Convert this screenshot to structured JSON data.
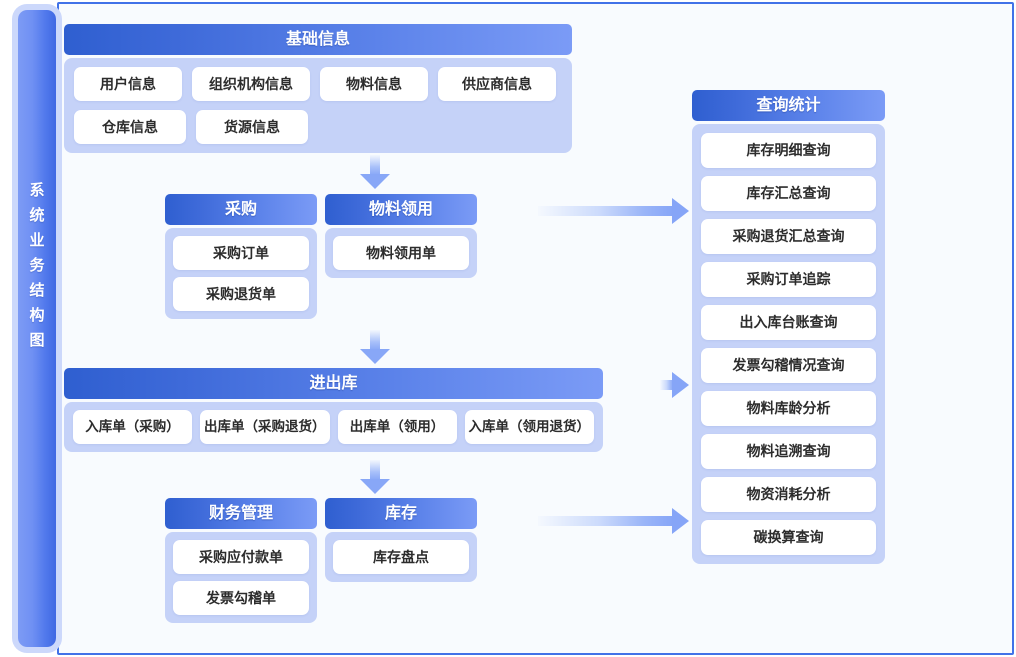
{
  "page": {
    "title": "系统业务结构图",
    "sidebar_label": "系\n统\n业\n务\n结\n构\n图"
  },
  "colors": {
    "header_gradient_start": "#2f5fd0",
    "header_gradient_end": "#7b9bf6",
    "group_body_bg": "#c5d2f8",
    "item_bg": "#ffffff",
    "canvas_bg": "#f8fbfe",
    "canvas_border": "#4172e8",
    "sidebar_gradient_start": "#7d9bf5",
    "sidebar_gradient_end": "#3f68e3",
    "arrow_color": "#86a5f7"
  },
  "groups": {
    "base": {
      "title": "基础信息",
      "items": [
        "用户信息",
        "组织机构信息",
        "物料信息",
        "供应商信息",
        "仓库信息",
        "货源信息"
      ]
    },
    "purchase": {
      "title": "采购",
      "items": [
        "采购订单",
        "采购退货单"
      ]
    },
    "requisition": {
      "title": "物料领用",
      "items": [
        "物料领用单"
      ]
    },
    "inout": {
      "title": "进出库",
      "items": [
        "入库单（采购）",
        "出库单（采购退货）",
        "出库单（领用）",
        "入库单（领用退货）"
      ]
    },
    "finance": {
      "title": "财务管理",
      "items": [
        "采购应付款单",
        "发票勾稽单"
      ]
    },
    "stock": {
      "title": "库存",
      "items": [
        "库存盘点"
      ]
    },
    "query": {
      "title": "查询统计",
      "items": [
        "库存明细查询",
        "库存汇总查询",
        "采购退货汇总查询",
        "采购订单追踪",
        "出入库台账查询",
        "发票勾稽情况查询",
        "物料库龄分析",
        "物料追溯查询",
        "物资消耗分析",
        "碳换算查询"
      ]
    }
  },
  "arrows": [
    {
      "name": "base-to-purchase",
      "direction": "down"
    },
    {
      "name": "purchase-to-inout",
      "direction": "down"
    },
    {
      "name": "inout-to-finance",
      "direction": "down"
    },
    {
      "name": "requisition-to-query",
      "direction": "right"
    },
    {
      "name": "inout-to-query",
      "direction": "right"
    },
    {
      "name": "stock-to-query",
      "direction": "right"
    }
  ]
}
